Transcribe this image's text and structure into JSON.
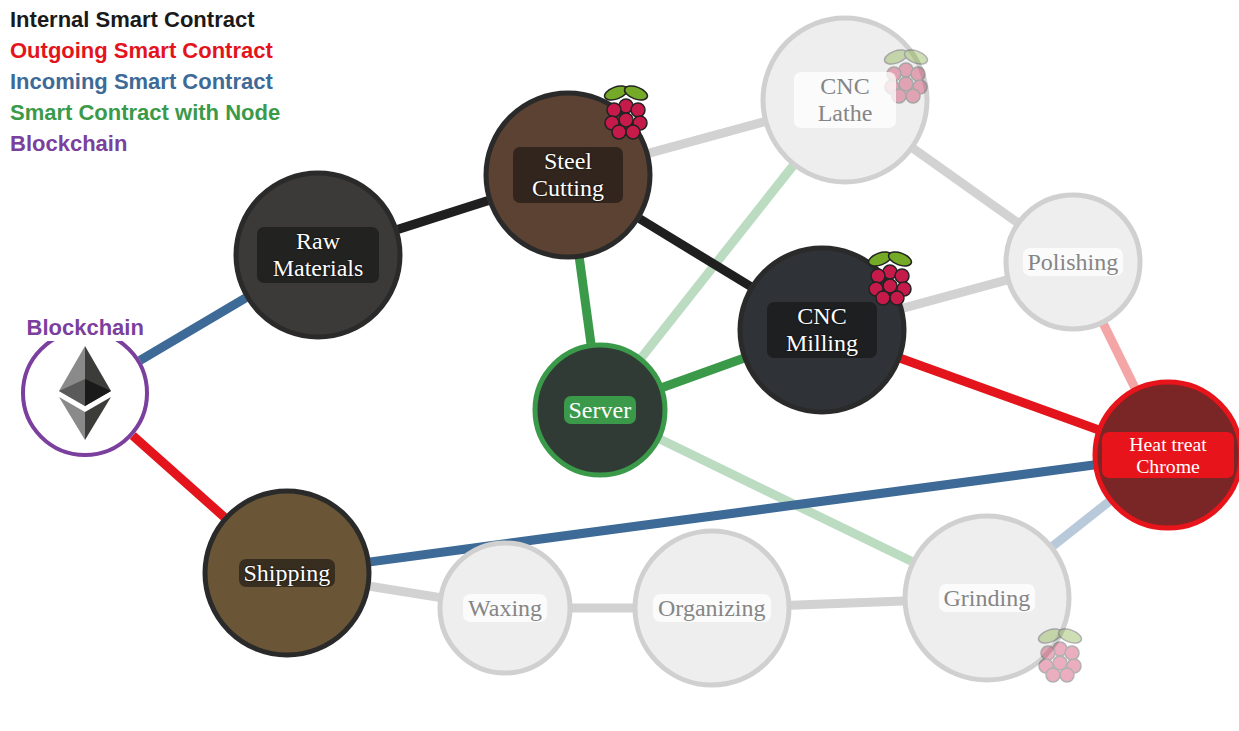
{
  "diagram": {
    "nodes": [
      {
        "text": [
          "Blockchain"
        ]
      },
      {
        "text": [
          "Raw Materials"
        ]
      },
      {
        "text": [
          "Steel Cutting"
        ]
      },
      {
        "text": [
          "CNC Lathe"
        ]
      },
      {
        "text": [
          "Polishing"
        ]
      },
      {
        "text": [
          "CNC Milling"
        ]
      },
      {
        "text": [
          "Server"
        ]
      },
      {
        "text": [
          "Heat treat Chrome"
        ]
      },
      {
        "text": [
          "Shipping"
        ]
      },
      {
        "text": [
          "Waxing"
        ]
      },
      {
        "text": [
          "Organizing"
        ]
      },
      {
        "text": [
          "Grinding"
        ]
      }
    ],
    "edges": [
      {
        "from": 0,
        "to": 1,
        "arrow": "none"
      },
      {
        "from": 0,
        "to": 8,
        "arrow": "none"
      },
      {
        "from": 1,
        "to": 2,
        "arrow": "none"
      },
      {
        "from": 2,
        "to": 3,
        "arrow": "none"
      },
      {
        "from": 2,
        "to": 5,
        "arrow": "none"
      },
      {
        "from": 2,
        "to": 6,
        "arrow": "none"
      },
      {
        "from": 6,
        "to": 5,
        "arrow": "none"
      },
      {
        "from": 6,
        "to": 3,
        "arrow": "none"
      },
      {
        "from": 6,
        "to": 11,
        "arrow": "none"
      },
      {
        "from": 3,
        "to": 4,
        "arrow": "none"
      },
      {
        "from": 5,
        "to": 4,
        "arrow": "none"
      },
      {
        "from": 4,
        "to": 7,
        "arrow": "none"
      },
      {
        "from": 5,
        "to": 7,
        "arrow": "none"
      },
      {
        "from": 7,
        "to": 8,
        "arrow": "none"
      },
      {
        "from": 7,
        "to": 11,
        "arrow": "none"
      },
      {
        "from": 8,
        "to": 9,
        "arrow": "none"
      },
      {
        "from": 9,
        "to": 10,
        "arrow": "none"
      },
      {
        "from": 10,
        "to": 11,
        "arrow": "none"
      }
    ],
    "legend": [
      {
        "text": "Internal Smart Contract",
        "color": "#1a1a1a"
      },
      {
        "text": "Outgoing Smart Contract",
        "color": "#e3141b"
      },
      {
        "text": "Incoming Smart Contract",
        "color": "#3d6a96"
      },
      {
        "text": "Smart Contract with Node",
        "color": "#3a9a4a"
      },
      {
        "text": "Blockchain",
        "color": "#7b3f9e"
      }
    ]
  }
}
